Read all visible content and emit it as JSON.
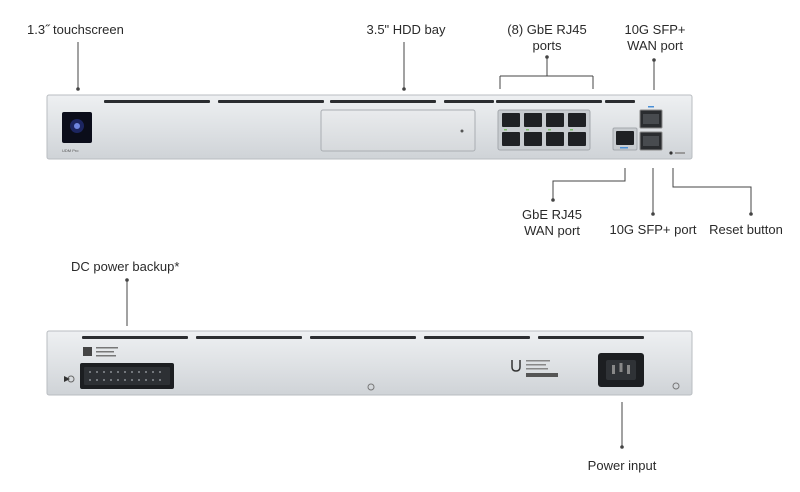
{
  "labels": {
    "touchscreen": "1.3˝ touchscreen",
    "hdd_bay": "3.5\" HDD bay",
    "lan_ports_line1": "(8) GbE RJ45",
    "lan_ports_line2": "ports",
    "sfp_wan_line1": "10G SFP+",
    "sfp_wan_line2": "WAN port",
    "wan_rj45_line1": "GbE RJ45",
    "wan_rj45_line2": "WAN port",
    "sfp_port": "10G SFP+ port",
    "reset_button": "Reset button",
    "dc_backup": "DC power backup*",
    "power_input": "Power input"
  },
  "front_panel": {
    "screen_text": "UDM Pro"
  },
  "rear_panel": {}
}
